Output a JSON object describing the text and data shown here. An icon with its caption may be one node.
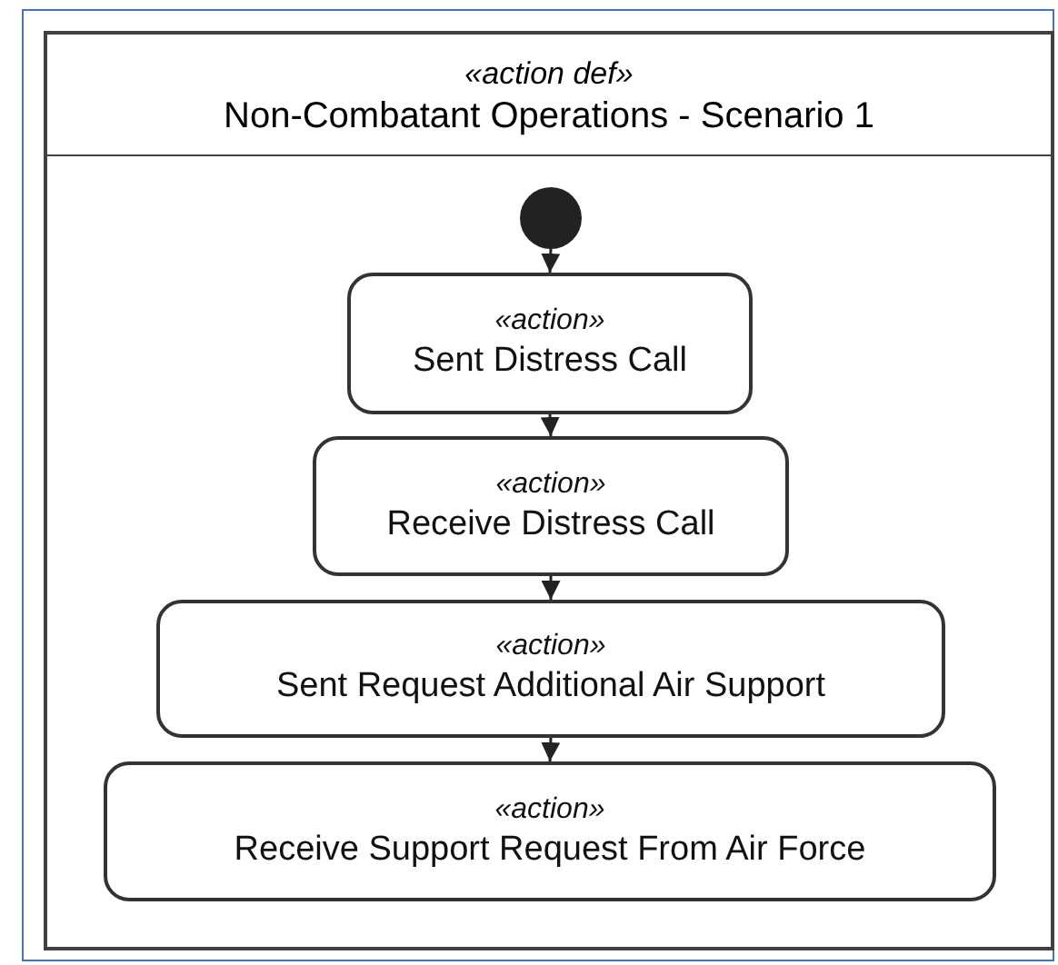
{
  "diagram": {
    "nodes": [
      {
        "text": [
          "«action def»",
          "Non-Combatant Operations - Scenario 1"
        ]
      },
      {
        "text": [],
        "shape": "circle",
        "in": 0
      },
      {
        "text": [
          "«action»",
          "Sent Distress Call"
        ],
        "in": 0
      },
      {
        "text": [
          "«action»",
          "Receive Distress Call"
        ],
        "in": 0
      },
      {
        "text": [
          "«action»",
          "Sent Request Additional Air Support"
        ],
        "in": 0
      },
      {
        "text": [
          "«action»",
          "Receive Support Request From Air Force"
        ],
        "in": 0
      }
    ],
    "edges": [
      {
        "from": 1,
        "to": 2,
        "arrow": "to"
      },
      {
        "from": 2,
        "to": 3,
        "arrow": "to"
      },
      {
        "from": 3,
        "to": 4,
        "arrow": "to"
      },
      {
        "from": 4,
        "to": 5,
        "arrow": "to"
      }
    ]
  }
}
